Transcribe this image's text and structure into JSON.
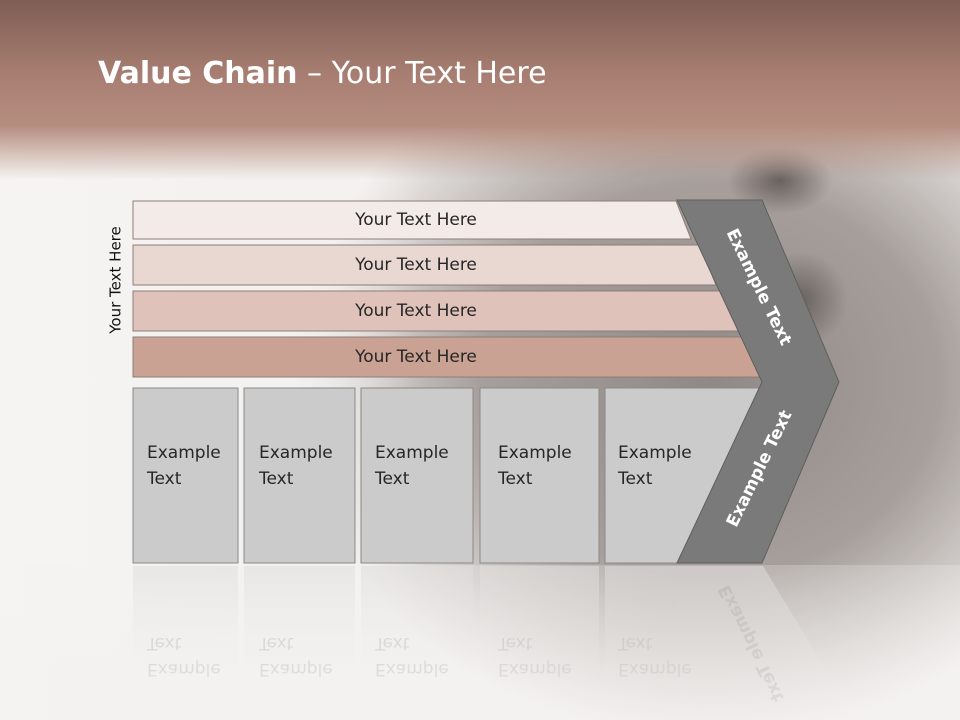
{
  "slide": {
    "title_bold": "Value Chain",
    "title_rest": " – Your Text Here",
    "side_label": "Your Text Here",
    "rows": [
      {
        "label": "Your Text Here",
        "color": "#f3ebe8"
      },
      {
        "label": "Your Text Here",
        "color": "#e9d8d2"
      },
      {
        "label": "Your Text Here",
        "color": "#dfc3ba"
      },
      {
        "label": "Your Text Here",
        "color": "#c9a293"
      }
    ],
    "boxes": [
      {
        "line1": "Example",
        "line2": "Text"
      },
      {
        "line1": "Example",
        "line2": "Text"
      },
      {
        "line1": "Example",
        "line2": "Text"
      },
      {
        "line1": "Example",
        "line2": "Text"
      },
      {
        "line1": "Example",
        "line2": "Text"
      }
    ],
    "chevron": {
      "upper_text": "Example Text",
      "lower_text": "Example Text",
      "color": "#7a7a7a"
    },
    "colors": {
      "header": "#a67d70",
      "box_fill": "#cbcbcb",
      "box_border": "#8a8a8a"
    }
  }
}
